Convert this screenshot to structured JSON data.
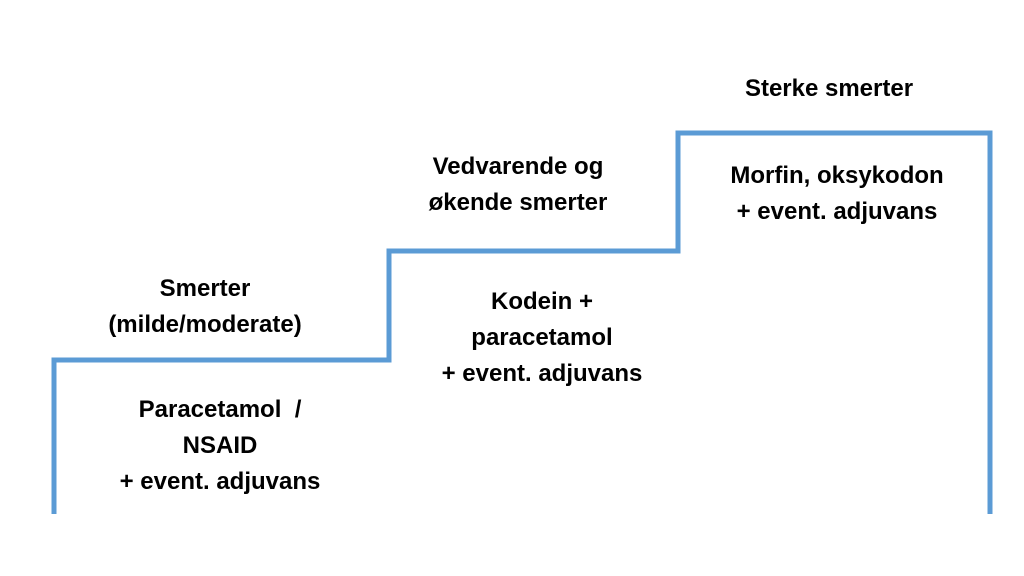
{
  "steps": [
    {
      "header_lines": [
        "Smerter",
        "(milde/moderate)"
      ],
      "drug_lines": [
        "Paracetamol  /",
        "NSAID",
        "+ event. adjuvans"
      ]
    },
    {
      "header_lines": [
        "Vedvarende og",
        "økende smerter"
      ],
      "drug_lines": [
        "Kodein +",
        "paracetamol",
        "+ event. adjuvans"
      ]
    },
    {
      "header_lines": [
        "Sterke smerter"
      ],
      "drug_lines": [
        "Morfin, oksykodon",
        "+ event. adjuvans"
      ]
    }
  ],
  "colors": {
    "stair_line": "#5b9bd5",
    "text": "#000000",
    "background": "#ffffff"
  }
}
